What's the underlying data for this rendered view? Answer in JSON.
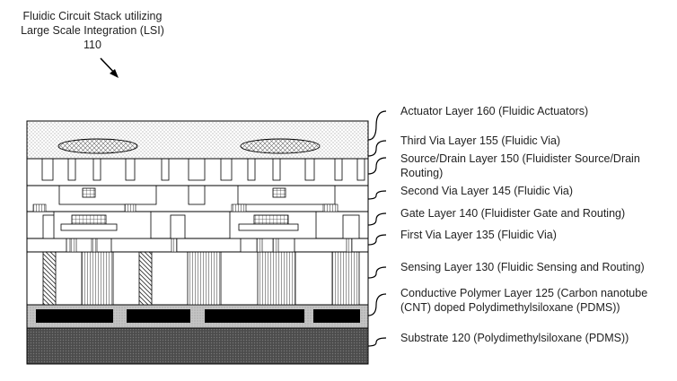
{
  "title": {
    "line1": "Fluidic Circuit Stack utilizing",
    "line2": "Large Scale Integration (LSI)",
    "ref": "110"
  },
  "layers": [
    {
      "id": "actuator",
      "line1": "Actuator Layer 160 (Fluidic Actuators)",
      "line2": ""
    },
    {
      "id": "via3",
      "line1": "Third Via Layer 155 (Fluidic Via)",
      "line2": ""
    },
    {
      "id": "source-drain",
      "line1": "Source/Drain Layer 150 (Fluidister Source/Drain",
      "line2": "Routing)"
    },
    {
      "id": "via2",
      "line1": "Second Via Layer 145 (Fluidic Via)",
      "line2": ""
    },
    {
      "id": "gate",
      "line1": "Gate Layer 140 (Fluidister Gate and Routing)",
      "line2": ""
    },
    {
      "id": "via1",
      "line1": "First Via Layer 135 (Fluidic Via)",
      "line2": ""
    },
    {
      "id": "sensing",
      "line1": "Sensing Layer 130 (Fluidic Sensing and Routing)",
      "line2": ""
    },
    {
      "id": "polymer",
      "line1": "Conductive Polymer Layer 125 (Carbon nanotube",
      "line2": "(CNT) doped Polydimethylsiloxane (PDMS))"
    },
    {
      "id": "substrate",
      "line1": "Substrate 120 (Polydimethylsiloxane (PDMS))",
      "line2": ""
    }
  ],
  "colors": {
    "outline": "#000000",
    "substrate": "#4a4a4a",
    "polymer": "#b9b9b9",
    "electrode": "#000000",
    "actuator_dots": "#bdbdbd"
  }
}
